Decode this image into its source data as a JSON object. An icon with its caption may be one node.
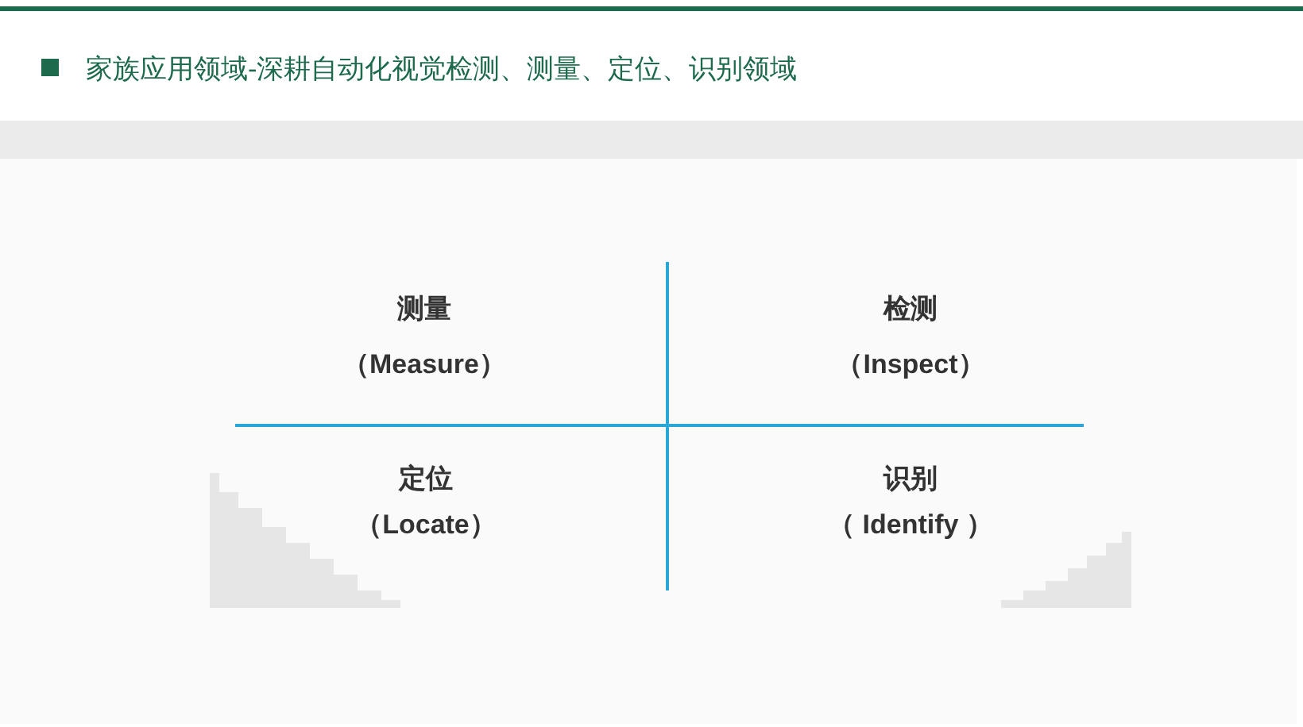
{
  "diagram": {
    "title": "家族应用领域-深耕自动化视觉检测、测量、定位、识别领域",
    "labels": [
      "测量",
      "（Measure）",
      "检测",
      "（Inspect）",
      "定位",
      "（Locate）",
      "识别",
      "（ Identify ）"
    ]
  }
}
